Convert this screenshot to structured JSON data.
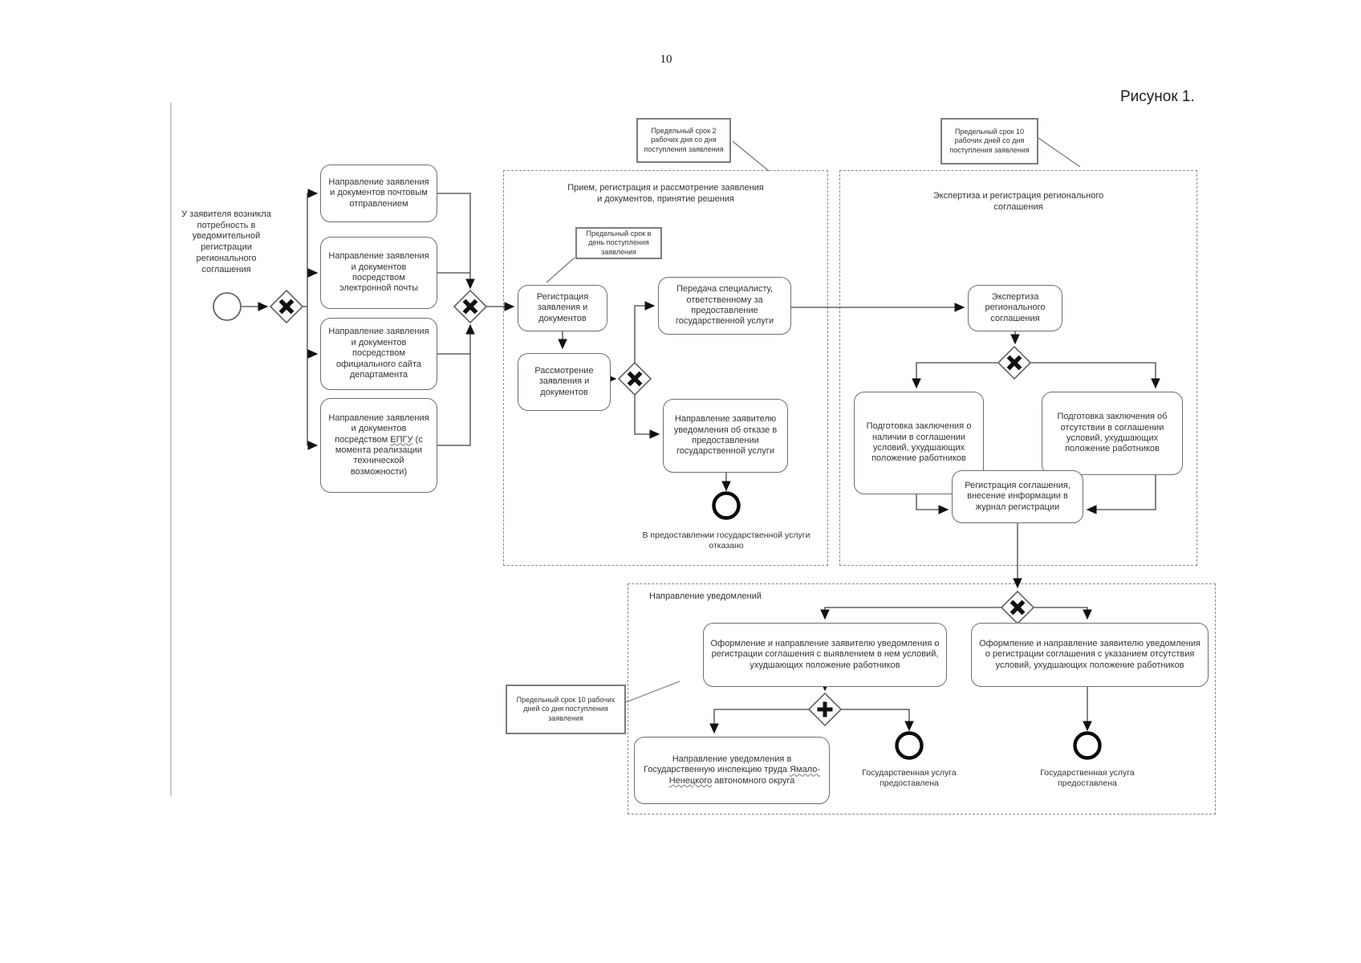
{
  "page": {
    "number": "10",
    "figure_caption": "Рисунок 1."
  },
  "colors": {
    "line": "#444444",
    "box_border": "#6e6e6e",
    "text": "#333333",
    "event_stroke": "#0a0a0a"
  },
  "start_event_label": "У заявителя возникла потребность в уведомительной регистрации регионального соглашения",
  "submission_tasks": [
    {
      "label": "Направление заявления и документов почтовым отправлением"
    },
    {
      "label": "Направление заявления и документов посредством электронной почты"
    },
    {
      "label": "Направление заявления и документов посредством официального сайта департамента"
    },
    {
      "label_prefix": "Направление заявления и документов посредством ",
      "label_underlined": "ЕПГУ",
      "label_suffix": " (с момента реализации технической возможности)"
    }
  ],
  "annotations": {
    "deadline_2_days": "Предельный срок 2 рабочих дня со дня поступления заявления",
    "deadline_same_day": "Предельный срок в день поступления заявления",
    "deadline_10_days_top": "Предельный срок 10 рабочих дней со дня поступления заявления",
    "deadline_10_days_bottom": "Предельный срок 10 рабочих дней со дня поступления заявления"
  },
  "region_intake": {
    "title": "Прием, регистрация и рассмотрение заявления и документов, принятие решения",
    "task_register": "Регистрация заявления и документов",
    "task_review": "Рассмотрение заявления и документов",
    "task_handover": "Передача специалисту, ответственному за предоставление государственной услуги",
    "task_refusal_notice": "Направление заявителю уведомления об отказе в предоставлении государственной услуги",
    "end_event_label": "В предоставлении государственной услуги отказано"
  },
  "region_expertise": {
    "title": "Экспертиза и регистрация регионального соглашения",
    "task_expertise": "Экспертиза регионального соглашения",
    "task_conclusion_violations": "Подготовка заключения о наличии в соглашении условий, ухудшающих положение работников",
    "task_conclusion_no_violations": "Подготовка заключения об отсутствии в соглашении условий, ухудшающих положение работников",
    "task_registration": "Регистрация соглашения, внесение информации в журнал регистрации"
  },
  "region_notifications": {
    "title": "Направление уведомлений",
    "task_notice_violations": "Оформление и направление заявителю уведомления о регистрации соглашения с выявлением в нем условий, ухудшающих положение работников",
    "task_notice_no_violations": "Оформление и направление заявителю уведомления о регистрации соглашения с указанием отсутствия условий, ухудшающих положение работников",
    "git_notice_prefix": "Направление уведомления в Государственную инспекцию труда ",
    "git_notice_underlined": "Ямало-Ненецкого",
    "git_notice_suffix": " автономного округа",
    "end_event_left_label": "Государственная услуга предоставлена",
    "end_event_right_label": "Государственная услуга предоставлена"
  }
}
